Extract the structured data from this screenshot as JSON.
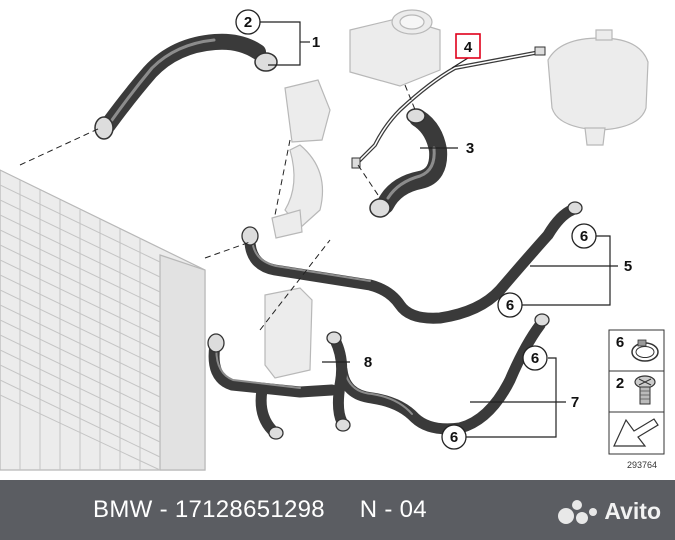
{
  "diagram": {
    "callouts": [
      {
        "id": "c1",
        "label": "1"
      },
      {
        "id": "c2",
        "label": "2"
      },
      {
        "id": "c3",
        "label": "3"
      },
      {
        "id": "c4",
        "label": "4",
        "highlight": "#e0001b"
      },
      {
        "id": "c5",
        "label": "5"
      },
      {
        "id": "c6a",
        "label": "6"
      },
      {
        "id": "c6b",
        "label": "6"
      },
      {
        "id": "c6c",
        "label": "6"
      },
      {
        "id": "c6d",
        "label": "6"
      },
      {
        "id": "c7",
        "label": "7"
      },
      {
        "id": "c8",
        "label": "8"
      }
    ],
    "legend": {
      "items": [
        {
          "label": "6",
          "icon": "hose-clamp-icon"
        },
        {
          "label": "2",
          "icon": "screw-clamp-icon"
        }
      ],
      "arrow_icon": "arrow-up-left-icon"
    },
    "drawing_number": "293764"
  },
  "footer": {
    "text": "BMW - 17128651298     N - 04",
    "brand": "Avito",
    "background": "#5b5d62"
  }
}
